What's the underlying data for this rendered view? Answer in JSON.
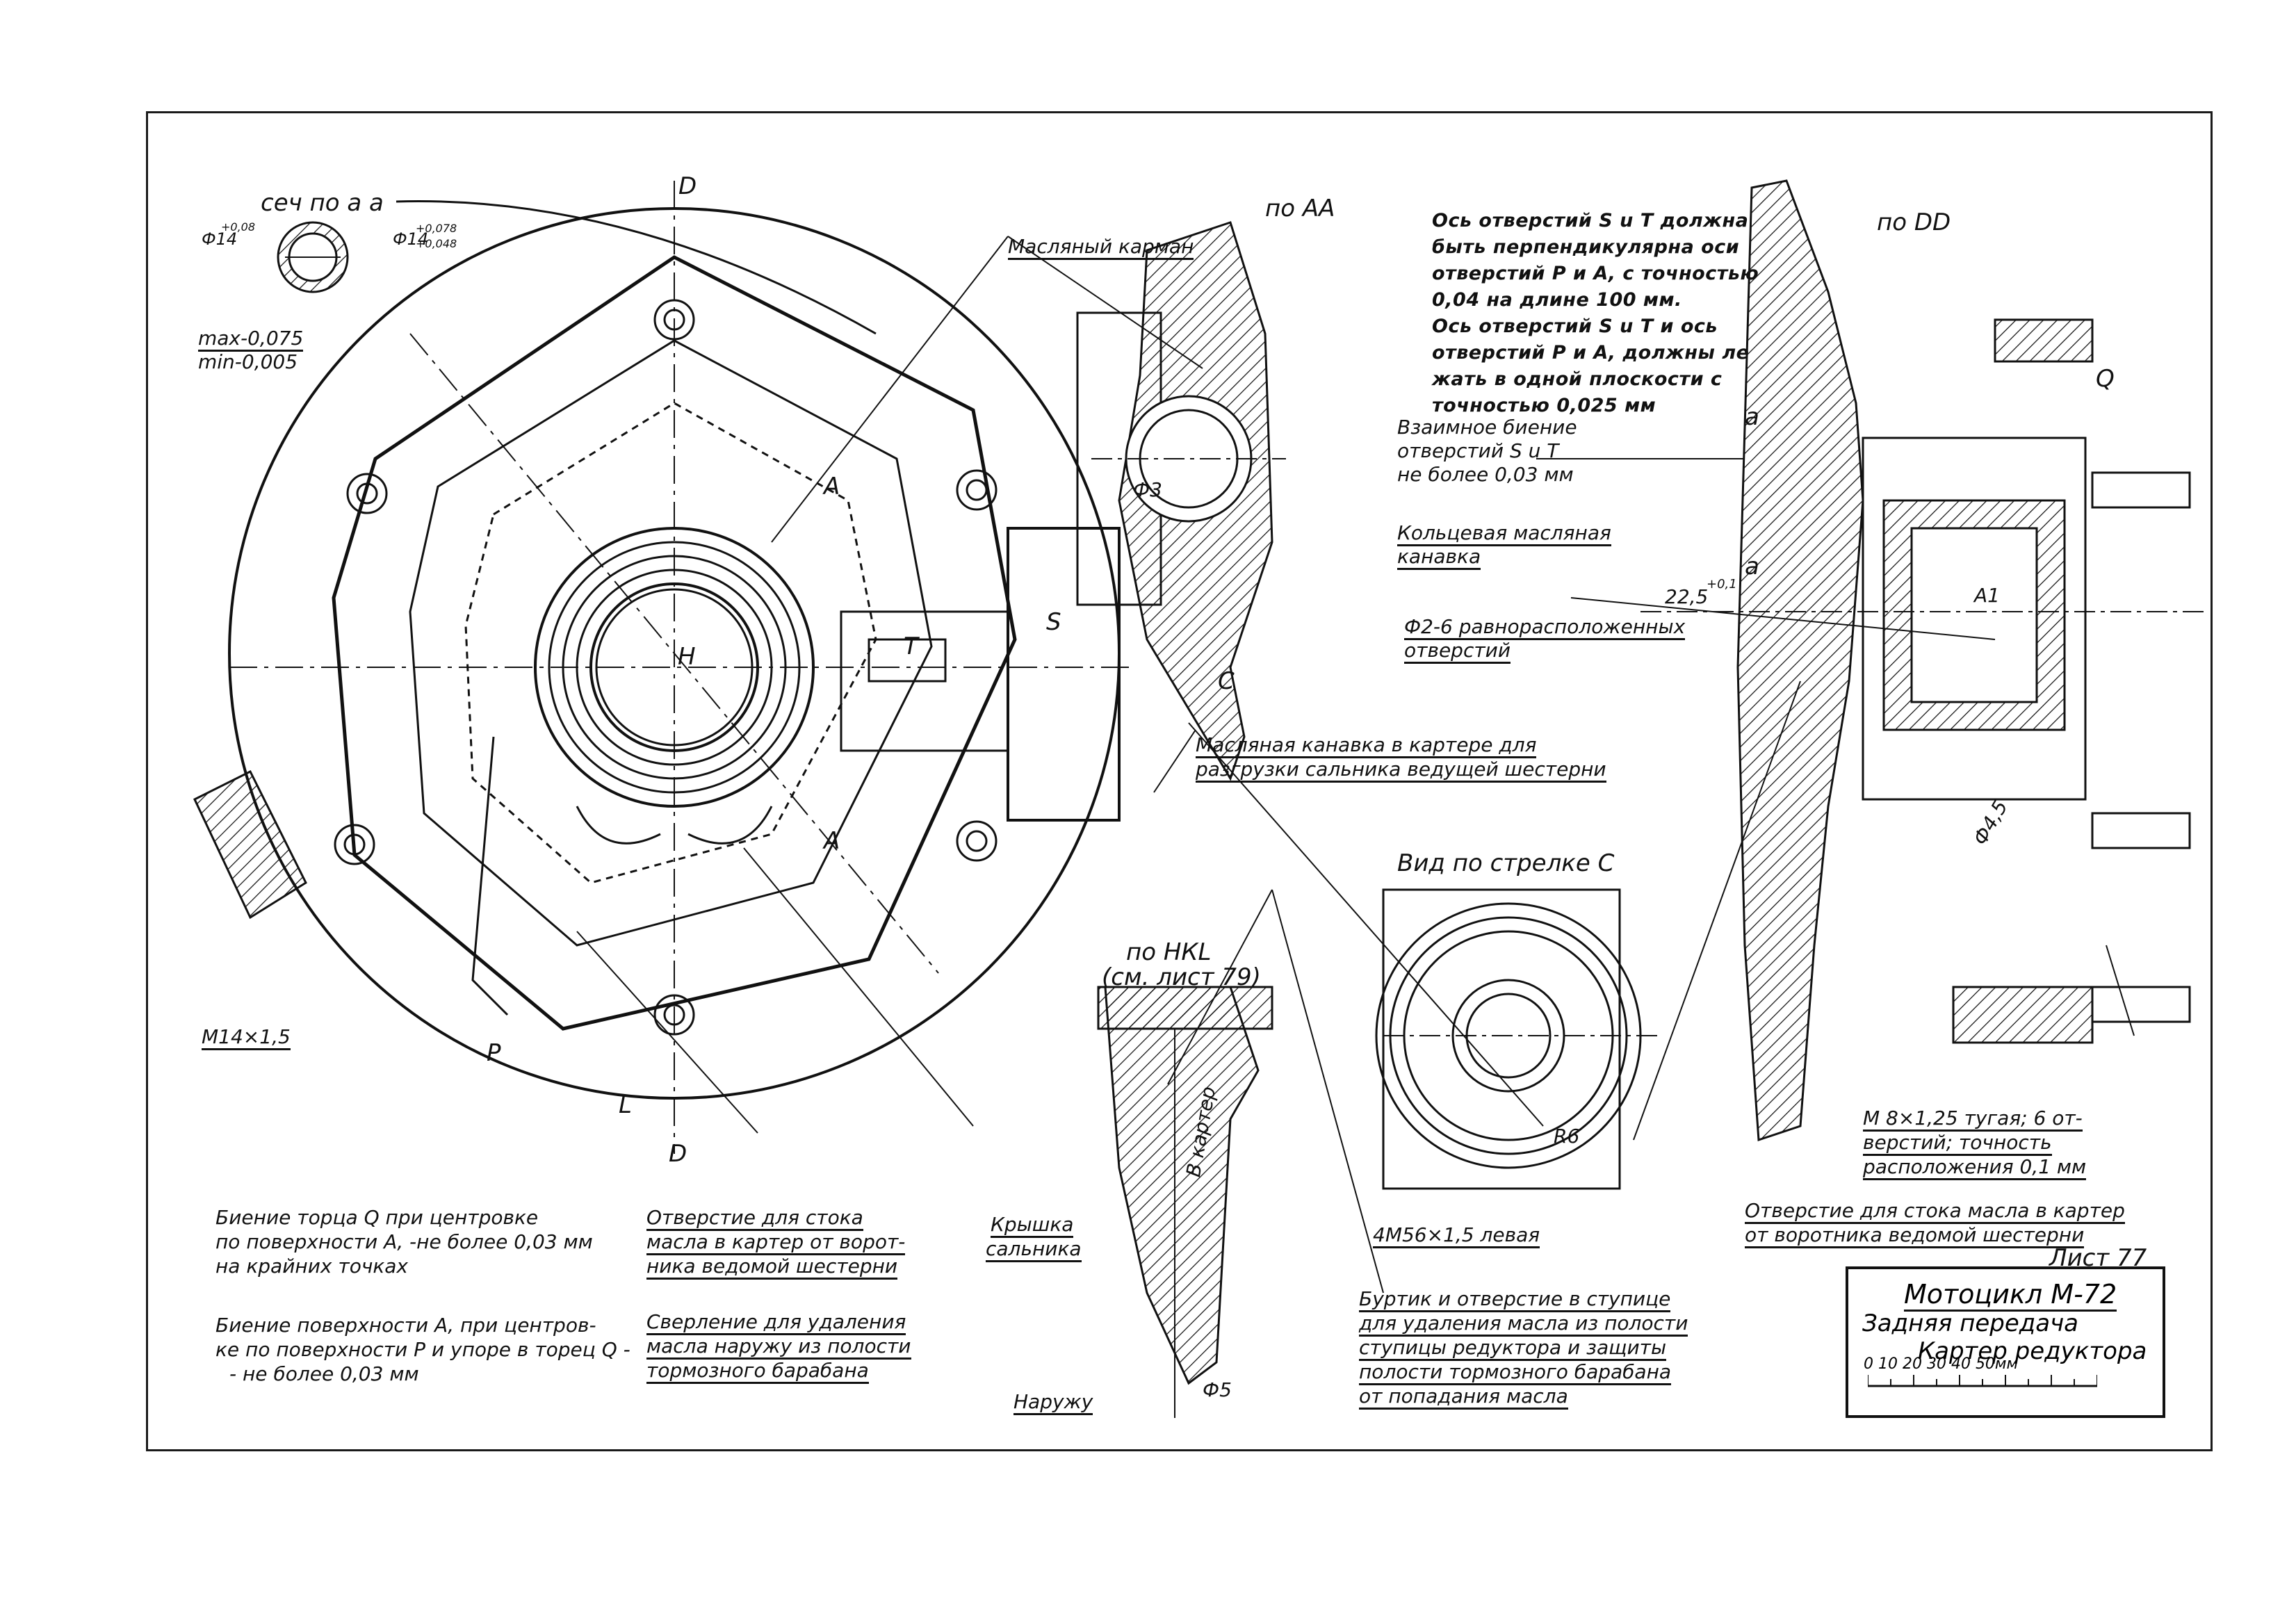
{
  "section_a": {
    "title": "сеч по а а",
    "tol_left": "Ф14",
    "tol_left_sup": "+0,08",
    "tol_right": "Ф14",
    "tol_right_sup": "+0,078",
    "tol_right_sub": "+0,048",
    "max": "max-0,075",
    "min": "min-0,005"
  },
  "axis_labels": {
    "d_top": "D",
    "d_bottom": "D",
    "h": "H",
    "l": "L",
    "p": "P",
    "s": "S",
    "t": "T",
    "c": "C",
    "a_top": "A",
    "a_bottom": "A"
  },
  "labels": {
    "oil_pocket": "Масляный карман",
    "view_aa": "по АА",
    "view_dd": "по DD",
    "phi3": "Ф3",
    "note_axis_1": "Ось отверстий S u T должна",
    "note_axis_2": "быть перпендикулярна оси",
    "note_axis_3": "отверстий Р и А, с точностью",
    "note_axis_4": "0,04 на длине 100 мм.",
    "note_axis_5": "Ось отверстий S u T и ось",
    "note_axis_6": "отверстий Р и А, должны ле",
    "note_axis_7": "жать в одной плоскости с",
    "note_axis_8": "точностью 0,025 мм",
    "runout_1": "Взаимное биение",
    "runout_2": "отверстий S u T",
    "runout_3": "не более 0,03 мм",
    "ring_groove_1": "Кольцевая масляная",
    "ring_groove_2": "канавка",
    "dim_225": "22,5",
    "dim_225_tol": "+0,1",
    "holes_1": "Ф2-6 равнорасположенных",
    "holes_2": "отверстий",
    "oil_groove_1": "Масляная канавка в картере для",
    "oil_groove_2": "разгрузки сальника ведущей шестерни",
    "view_c": "Вид по стрелке С",
    "r6": "R6",
    "thread_4m": "4М56×1,5 левая",
    "view_hkl_1": "по НКL",
    "view_hkl_2": "(см. лист 79)",
    "seal_cover_1": "Крышка",
    "seal_cover_2": "сальника",
    "to_case": "В картер",
    "outside": "Наружу",
    "phi5": "Ф5",
    "m14": "М14×1,5",
    "q": "Q",
    "a1": "А1",
    "phi45": "Ф4,5",
    "a_small_1": "а",
    "a_small_2": "а",
    "m8_1": "М 8×1,25 тугая; 6 от-",
    "m8_2": "верстий; точность",
    "m8_3": "расположения 0,1 мм",
    "drain_right_1": "Отверстие для стока масла в картер",
    "drain_right_2": "от воротника ведомой шестерни",
    "sheet": "Лист 77",
    "beat_q_1": "Биение торца Q при центровке",
    "beat_q_2": "по поверхности А, -не более 0,03 мм",
    "beat_q_3": "на крайних точках",
    "beat_a_1": "Биение поверхности А, при центров-",
    "beat_a_2": "ке по поверхности Р и упоре в торец Q -",
    "beat_a_3": "- не более 0,03 мм",
    "drain_center_1": "Отверстие для стока",
    "drain_center_2": "масла в картер от ворот-",
    "drain_center_3": "ника ведомой шестерни",
    "drill_1": "Сверление для удаления",
    "drill_2": "масла наружу из полости",
    "drill_3": "тормозного барабана",
    "collar_1": "Буртик и отверстие в ступице",
    "collar_2": "для удаления масла из полости",
    "collar_3": "ступицы редуктора и защиты",
    "collar_4": "полости тормозного барабана",
    "collar_5": "от попадания масла"
  },
  "title_block": {
    "line1": "Мотоцикл М-72",
    "line2": "Задняя передача",
    "line3": "Картер редуктора",
    "scale": "0  10  20  30  40  50мм"
  }
}
